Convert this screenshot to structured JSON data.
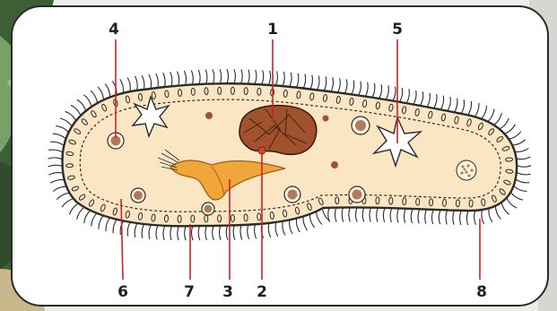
{
  "labels": {
    "l1": "1",
    "l2": "2",
    "l3": "3",
    "l4": "4",
    "l5": "5",
    "l6": "6",
    "l7": "7",
    "l8": "8"
  },
  "colors": {
    "cytoplasm": "#fbe6c4",
    "cell_outline": "#2b2b2b",
    "macronucleus": "#a0522d",
    "micronucleus": "#d24b1c",
    "oral_groove": "#f0a63a",
    "vacuole_fill": "#b27a5a",
    "leader_line": "#d21f2b",
    "background_leaf": "#3d6b3a"
  }
}
